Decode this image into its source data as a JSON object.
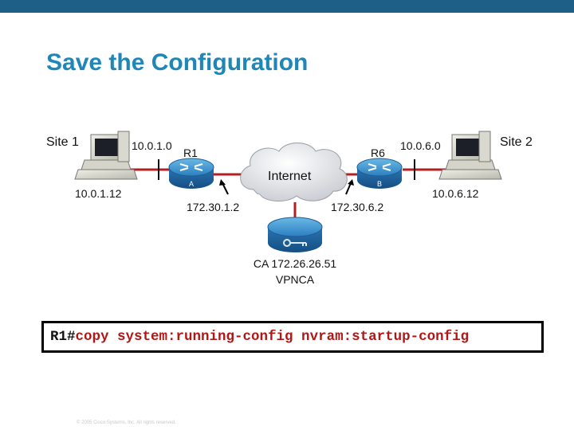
{
  "title": "Save the Configuration",
  "diagram": {
    "site1": {
      "label": "Site 1",
      "network": "10.0.1.0",
      "host_ip": "10.0.1.12"
    },
    "site2": {
      "label": "Site 2",
      "network": "10.0.6.0",
      "host_ip": "10.0.6.12"
    },
    "r1": {
      "name": "R1",
      "badge": "A",
      "wan_ip": "172.30.1.2"
    },
    "r6": {
      "name": "R6",
      "badge": "B",
      "wan_ip": "172.30.6.2"
    },
    "internet": {
      "label": "Internet"
    },
    "ca": {
      "line1": "CA 172.26.26.51",
      "line2": "VPNCA"
    }
  },
  "command": {
    "prompt": "R1#",
    "text": "copy system:running-config nvram:startup-config"
  },
  "footer": "© 2005 Cisco Systems, Inc. All rights reserved."
}
